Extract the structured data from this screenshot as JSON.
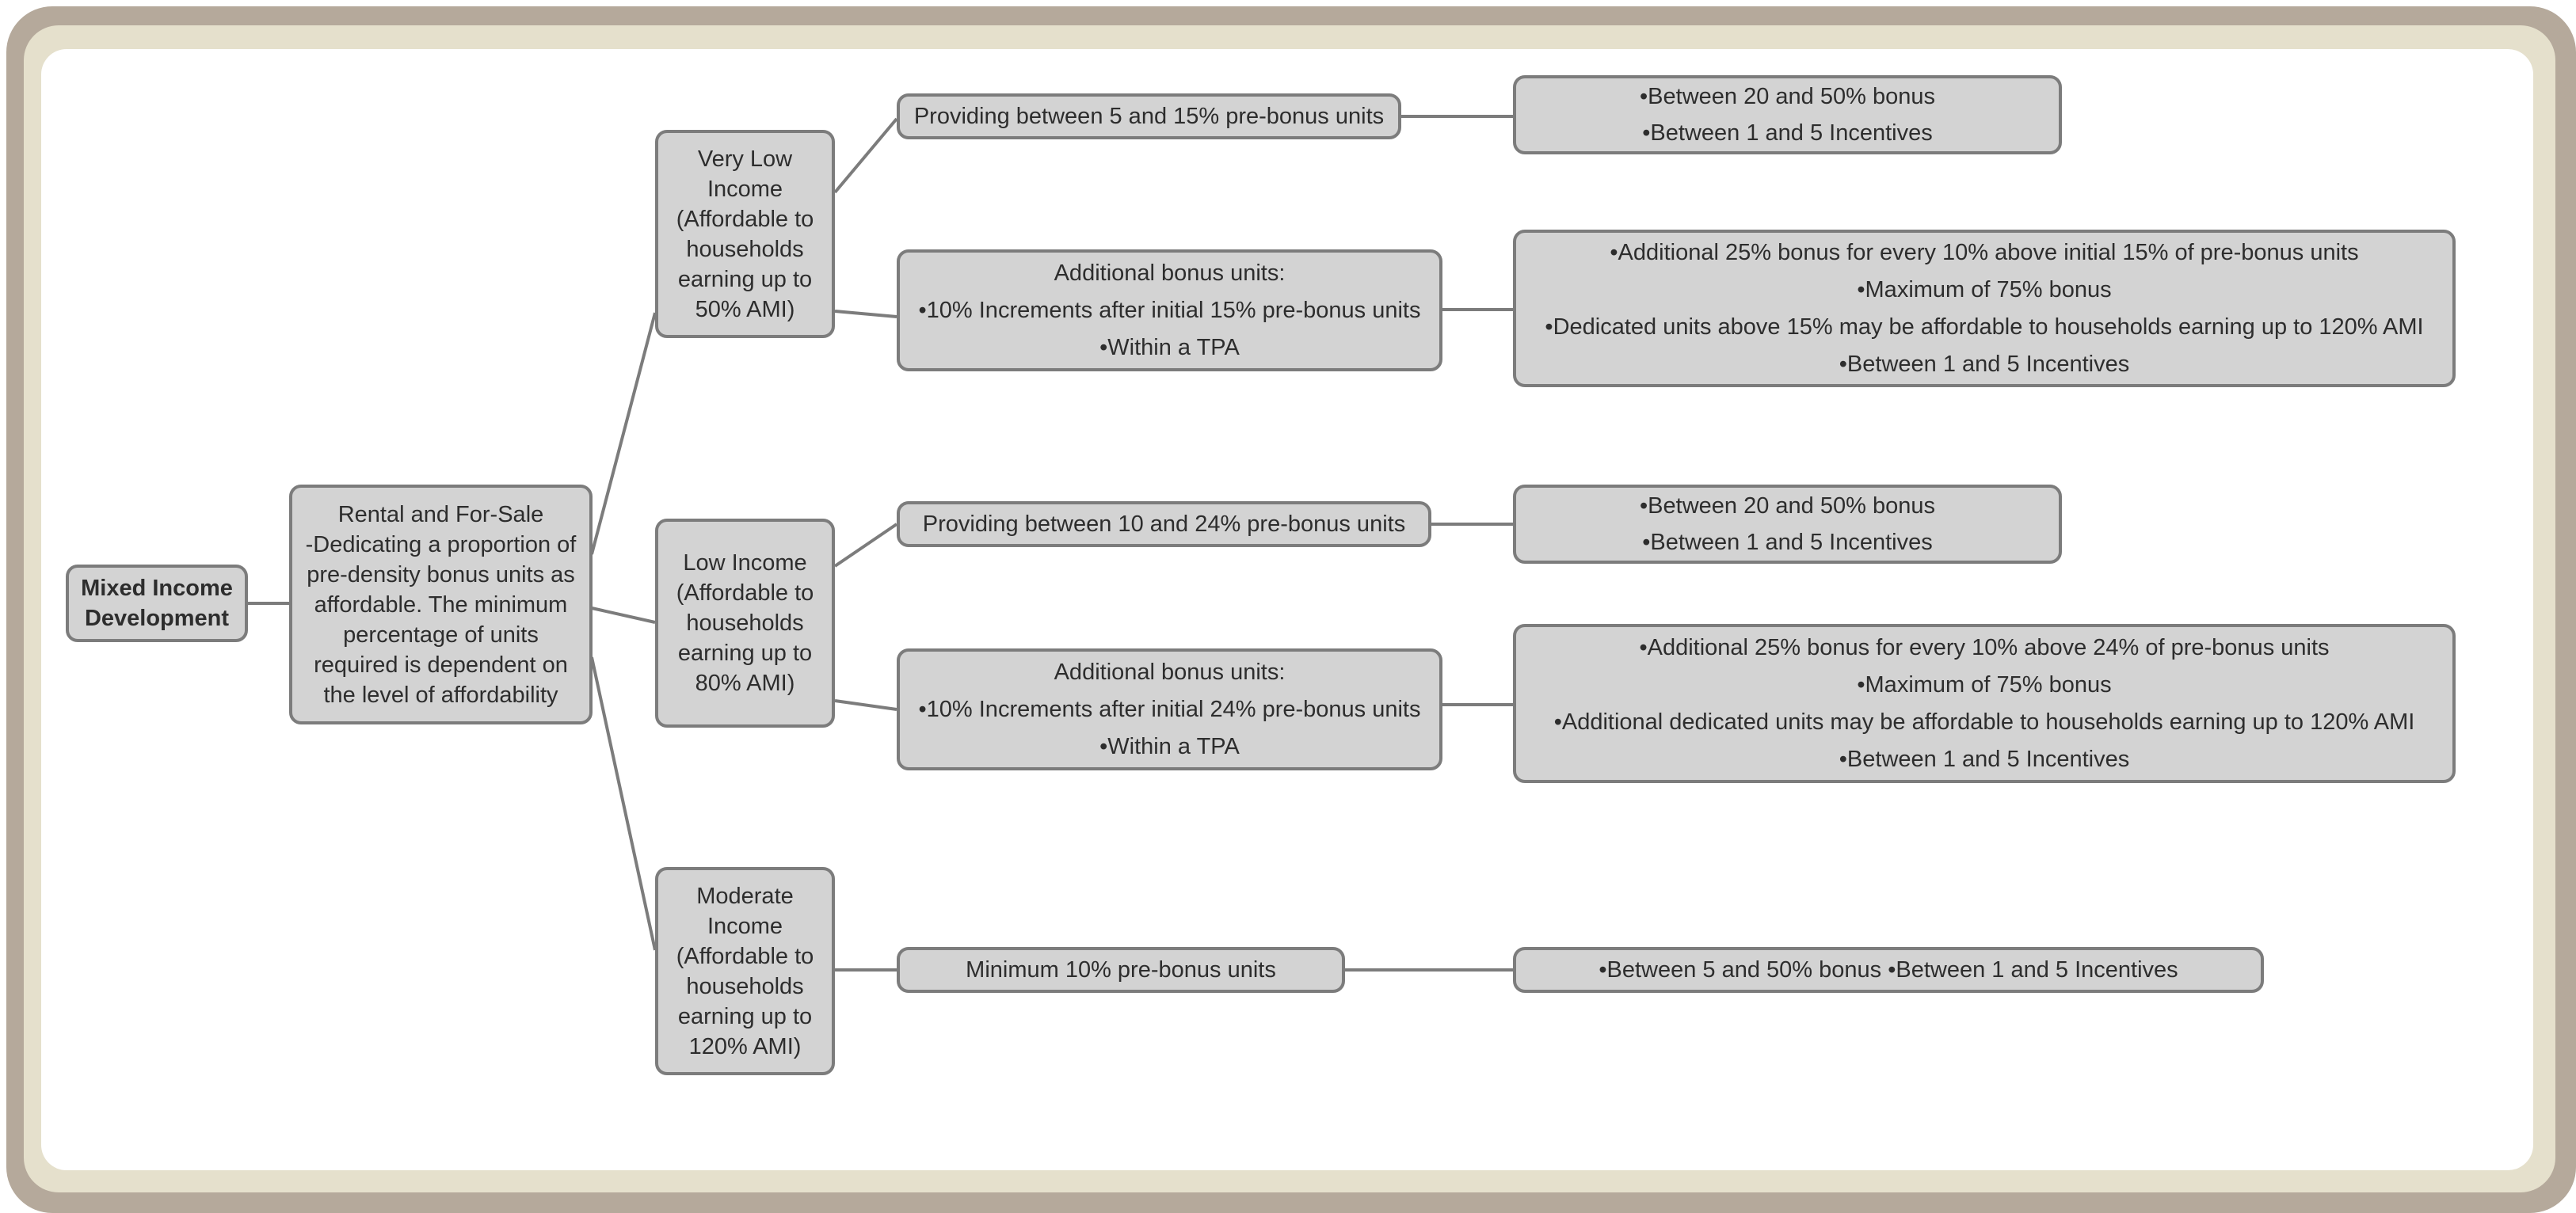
{
  "diagram": {
    "title": "Mixed Income Development density bonus flowchart",
    "colors": {
      "frame_outer": "#b5a99b",
      "frame_inner": "#e5e0cc",
      "node_fill": "#d3d3d3",
      "node_border": "#7c7c7c",
      "connector": "#7c7c7c",
      "text": "#2d2d2d",
      "background": "#ffffff"
    },
    "nodes": [
      {
        "id": "root",
        "text": "Mixed Income\nDevelopment",
        "emphasis": "bold"
      },
      {
        "id": "rental",
        "text": "Rental and For-Sale\n-Dedicating a proportion of\npre-density bonus units as\naffordable. The minimum\npercentage of units\nrequired is dependent on\nthe level of affordability",
        "emphasis": "normal"
      },
      {
        "id": "vli",
        "text": "Very Low\nIncome\n(Affordable to\nhouseholds\nearning up to\n50% AMI)",
        "emphasis": "normal"
      },
      {
        "id": "vli_a",
        "text": "Providing between 5 and 15% pre-bonus units",
        "emphasis": "normal"
      },
      {
        "id": "vli_a_r",
        "text": "•Between 20 and 50% bonus\n•Between 1 and 5 Incentives",
        "emphasis": "normal"
      },
      {
        "id": "vli_b",
        "text": "Additional bonus units:\n•10% Increments after initial 15% pre-bonus units\n•Within a TPA",
        "emphasis": "normal"
      },
      {
        "id": "vli_b_r",
        "text": "•Additional 25% bonus for every 10% above initial 15% of pre-bonus units\n•Maximum of 75% bonus\n•Dedicated units above 15% may be affordable to households earning up to 120% AMI\n•Between 1 and 5 Incentives",
        "emphasis": "normal"
      },
      {
        "id": "li",
        "text": "Low Income\n(Affordable to\nhouseholds\nearning up to\n80% AMI)",
        "emphasis": "normal"
      },
      {
        "id": "li_a",
        "text": "Providing between 10 and 24% pre-bonus units",
        "emphasis": "normal"
      },
      {
        "id": "li_a_r",
        "text": "•Between 20 and 50% bonus\n•Between 1 and 5 Incentives",
        "emphasis": "normal"
      },
      {
        "id": "li_b",
        "text": "Additional bonus units:\n•10% Increments after initial 24% pre-bonus units\n•Within a TPA",
        "emphasis": "normal"
      },
      {
        "id": "li_b_r",
        "text": "•Additional 25% bonus for every 10% above 24% of pre-bonus units\n•Maximum of 75% bonus\n•Additional dedicated units may be affordable to households earning up to 120% AMI\n•Between 1 and 5 Incentives",
        "emphasis": "normal"
      },
      {
        "id": "mi",
        "text": "Moderate\nIncome\n(Affordable to\nhouseholds\nearning up to\n120% AMI)",
        "emphasis": "normal"
      },
      {
        "id": "mi_a",
        "text": "Minimum 10% pre-bonus units",
        "emphasis": "normal"
      },
      {
        "id": "mi_a_r",
        "text": "•Between 5 and 50% bonus •Between 1 and 5 Incentives",
        "emphasis": "normal"
      }
    ],
    "edges": [
      {
        "from": "root",
        "to": "rental"
      },
      {
        "from": "rental",
        "to": "vli"
      },
      {
        "from": "rental",
        "to": "li"
      },
      {
        "from": "rental",
        "to": "mi"
      },
      {
        "from": "vli",
        "to": "vli_a"
      },
      {
        "from": "vli",
        "to": "vli_b"
      },
      {
        "from": "vli_a",
        "to": "vli_a_r"
      },
      {
        "from": "vli_b",
        "to": "vli_b_r"
      },
      {
        "from": "li",
        "to": "li_a"
      },
      {
        "from": "li",
        "to": "li_b"
      },
      {
        "from": "li_a",
        "to": "li_a_r"
      },
      {
        "from": "li_b",
        "to": "li_b_r"
      },
      {
        "from": "mi",
        "to": "mi_a"
      },
      {
        "from": "mi_a",
        "to": "mi_a_r"
      }
    ]
  }
}
